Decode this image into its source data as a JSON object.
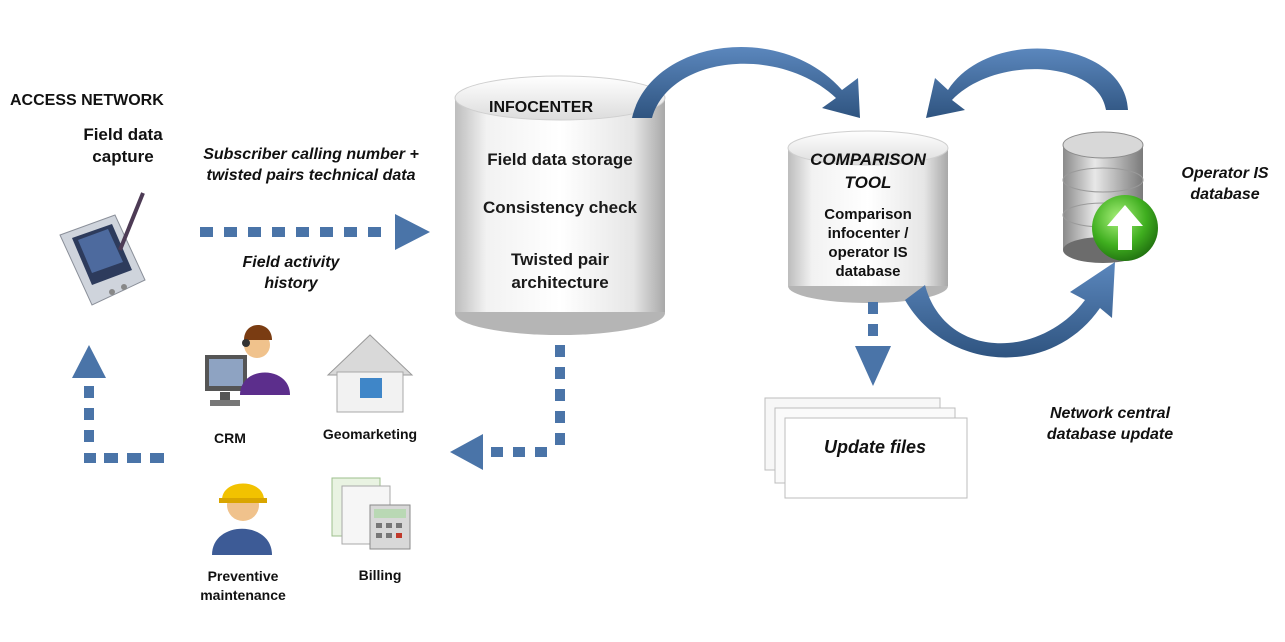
{
  "section_title": "ACCESS NETWORK",
  "field_capture": {
    "label": "Field data\ncapture"
  },
  "flow_to_infocenter": {
    "top_text": "Subscriber calling number + twisted pairs technical data",
    "bottom_text": "Field activity history"
  },
  "infocenter": {
    "title": "INFOCENTER",
    "items": [
      "Field data storage",
      "Consistency check",
      "Twisted pair architecture"
    ]
  },
  "comparison_tool": {
    "title": "COMPARISON TOOL",
    "body": "Comparison infocenter / operator IS database"
  },
  "operator_db": {
    "label": "Operator IS database"
  },
  "update_files": {
    "label": "Update files"
  },
  "network_update": {
    "label": "Network central database update"
  },
  "consumers": {
    "crm": "CRM",
    "geomarketing": "Geomarketing",
    "maintenance": "Preventive maintenance",
    "billing": "Billing"
  },
  "colors": {
    "arrow_blue": "#4a74a8",
    "arrow_dark": "#34587f",
    "cylinder_light": "#ffffff",
    "cylinder_shade": "#c9c9c9"
  }
}
